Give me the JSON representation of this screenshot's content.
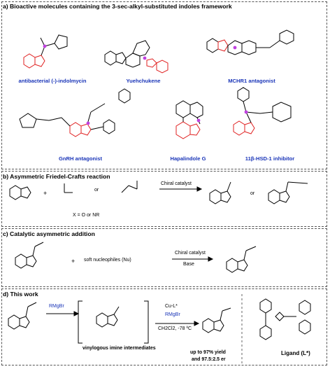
{
  "panel_a": {
    "title": "a) Bioactive molecules containing the 3-sec-alkyl-substituted indoles framework",
    "compounds": [
      "antibacterial (-)-indolmycin",
      "Yuehchukene",
      "MCHR1 antagonist",
      "GnRH antagonist",
      "Hapalindole G",
      "11β-HSD-1 inhibitor"
    ]
  },
  "panel_b": {
    "title": "b) Asymmetric Friedel-Crafts reaction",
    "catalyst": "Chiral catalyst",
    "or1": "or",
    "or2": "or",
    "x_note": "X = O or NR"
  },
  "panel_c": {
    "title": "c) Catalytic asymmetric addition",
    "nucleophile": "soft nucleophiles (Nu)",
    "catalyst": "Chiral catalyst",
    "base": "Base"
  },
  "panel_d": {
    "title": "d) This work",
    "reagent1": "RMgBr",
    "intermediate": "vinylogous imine intermediates",
    "cat": "Cu-L*",
    "reagent2": "RMgBr",
    "conditions": "CH2Cl2, -78 ºC",
    "yield": "up to 97% yield",
    "er": "and 97.5:2.5 er",
    "ligand": "Ligand (L*)"
  }
}
